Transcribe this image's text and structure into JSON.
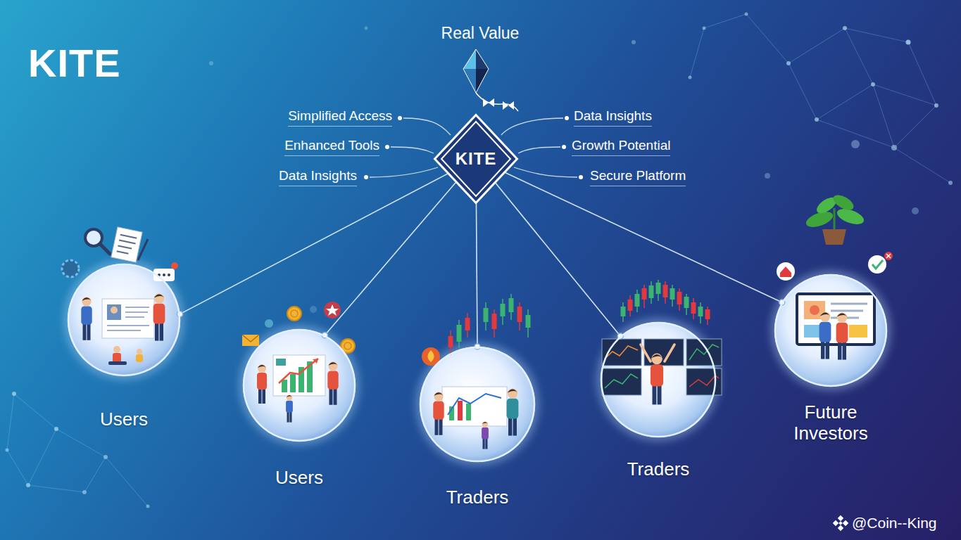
{
  "diagram": {
    "title": "KITE",
    "nodes": [
      {
        "text": [
          "KITE"
        ]
      },
      {
        "text": [
          "Users"
        ]
      },
      {
        "text": [
          "Users"
        ]
      },
      {
        "text": [
          "Traders"
        ]
      },
      {
        "text": [
          "Traders"
        ]
      },
      {
        "text": [
          "Future Investors"
        ]
      }
    ],
    "edges": [
      {
        "from": 0,
        "to": 1,
        "arrow": "none"
      },
      {
        "from": 0,
        "to": 2,
        "arrow": "none"
      },
      {
        "from": 0,
        "to": 3,
        "arrow": "none"
      },
      {
        "from": 0,
        "to": 4,
        "arrow": "none"
      },
      {
        "from": 0,
        "to": 5,
        "arrow": "none"
      }
    ],
    "labels": [
      "Real Value",
      "Simplified Access",
      "Enhanced Tools",
      "Data Insights",
      "Data Insights",
      "Growth Potential",
      "Secure Platform",
      "@Coin--King"
    ]
  }
}
